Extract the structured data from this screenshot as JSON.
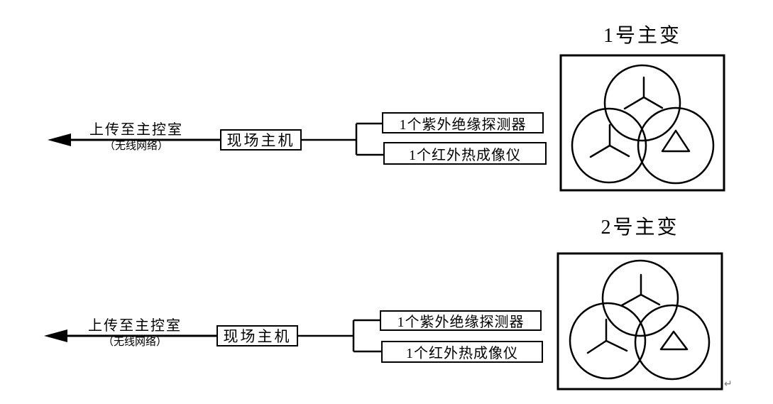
{
  "page": {
    "background": "#ffffff",
    "stroke_color": "#000000",
    "paragraph_mark": "↵"
  },
  "groups": [
    {
      "arrow_label": "上传至主控室",
      "arrow_sublabel": "（无线网络）",
      "host_label": "现场主机",
      "devices": [
        "1个紫外绝缘探测器",
        "1个红外热成像仪"
      ],
      "transformer_title": "1号主变",
      "windings": [
        "wye",
        "wye",
        "delta"
      ]
    },
    {
      "arrow_label": "上传至主控室",
      "arrow_sublabel": "（无线网络）",
      "host_label": "现场主机",
      "devices": [
        "1个紫外绝缘探测器",
        "1个红外热成像仪"
      ],
      "transformer_title": "2号主变",
      "windings": [
        "wye",
        "wye",
        "delta"
      ]
    }
  ]
}
